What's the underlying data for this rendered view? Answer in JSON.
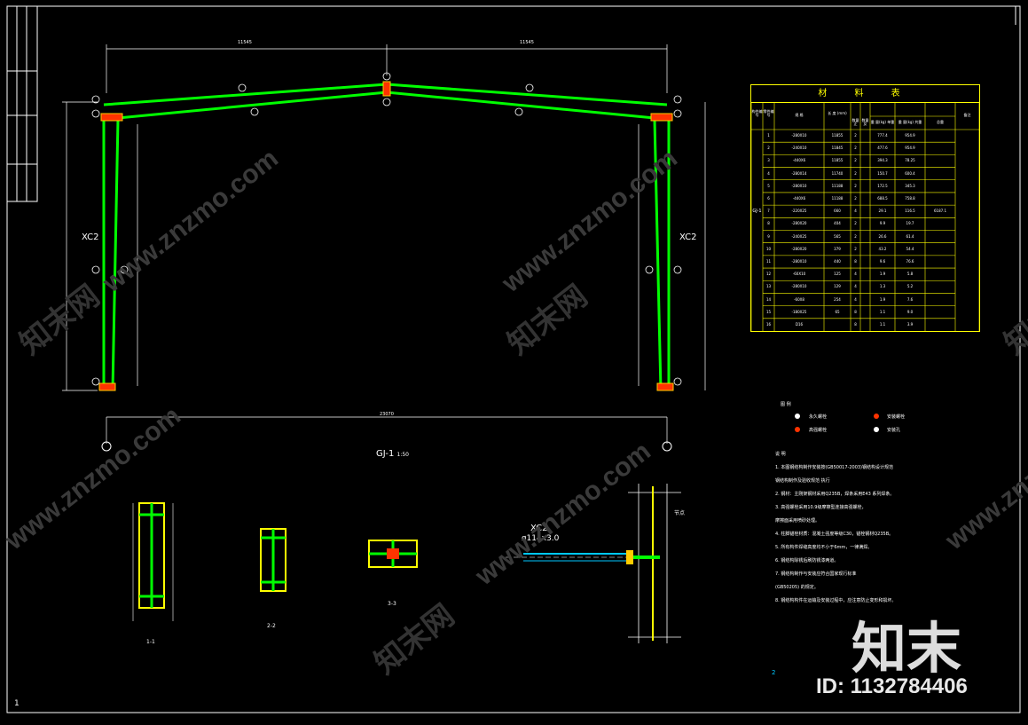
{
  "frame": {
    "title": "GJ-1",
    "scale": "1:50",
    "sheet_number": "1",
    "sheet_number_2": "2",
    "span_left": "11545",
    "span_right": "11545",
    "span_total": "23070",
    "bracing_label_left": "XC2",
    "bracing_label_right": "XC2",
    "bracing_pipe": "ø114x3.0",
    "bracing_side_label": "节点"
  },
  "sections": {
    "s1": "1-1",
    "s2": "2-2",
    "s3": "3-3"
  },
  "material_table": {
    "title": "材  料  表",
    "headers": [
      "构件编号",
      "零件编号",
      "规 格",
      "长 度 (mm)",
      "数量 正",
      "数量 反",
      "重 量(kg) 单重",
      "重 量(kg) 共重",
      "总重",
      "备注"
    ],
    "member": "GJ-1",
    "total": "6187.1",
    "rows": [
      [
        "1",
        "-280X10",
        "11855",
        "2",
        "777.4",
        "954.9"
      ],
      [
        "2",
        "-240X10",
        "11845",
        "2",
        "477.6",
        "954.9"
      ],
      [
        "3",
        "-440X6",
        "11855",
        "2",
        "394.3",
        "78.25"
      ],
      [
        "4",
        "-280X14",
        "11740",
        "2",
        "150.7",
        "600.4"
      ],
      [
        "5",
        "-280X10",
        "11188",
        "2",
        "172.5",
        "345.3"
      ],
      [
        "6",
        "-440X6",
        "11188",
        "2",
        "688.5",
        "758.8"
      ],
      [
        "7",
        "-220X25",
        "660",
        "4",
        "29.1",
        "116.5"
      ],
      [
        "8",
        "-280X20",
        "404",
        "2",
        "9.9",
        "19.7"
      ],
      [
        "9",
        "-240X25",
        "565",
        "2",
        "26.6",
        "61.4"
      ],
      [
        "10",
        "-280X20",
        "379",
        "2",
        "43.2",
        "54.4"
      ],
      [
        "11",
        "-280X10",
        "440",
        "8",
        "9.6",
        "76.6"
      ],
      [
        "12",
        "-60X10",
        "125",
        "4",
        "1.9",
        "5.8"
      ],
      [
        "13",
        "-280X10",
        "129",
        "4",
        "1.3",
        "5.2"
      ],
      [
        "14",
        "-60X8",
        "254",
        "4",
        "1.9",
        "7.6"
      ],
      [
        "15",
        "-180X25",
        "65",
        "8",
        "1.1",
        "9.0"
      ],
      [
        "16",
        "D16",
        "",
        "8",
        "1.1",
        "3.9"
      ]
    ]
  },
  "legend": {
    "title": "图 例",
    "items": [
      "永久螺栓",
      "高强螺栓",
      "安装螺栓",
      "安装孔"
    ]
  },
  "notes": {
    "lead": "说 明",
    "lines": [
      "1. 本图钢结构制作安装按(GB50017-2003)钢结构设计规范",
      "   钢结构制作及验收规范 执行",
      "2. 钢材：主刚架钢材采用Q235B，焊条采用E43 系列焊条。",
      "3. 高强螺栓采用10.9级摩擦型连接高强螺栓，",
      "   摩擦面采用喷砂处理。",
      "4. 柱脚锚栓材质：混凝土强度等级C30，锚栓钢材Q235B。",
      "5. 所有构件焊缝高度均不小于6mm，一律满焊。",
      "6. 钢结构除锈后刷防锈漆两道。",
      "7. 钢结构制作与安装应符合国家现行标准",
      "   (GB50205) 的规定。",
      "8. 钢结构构件在运输及安装过程中，应注意防止变形和损坏。"
    ]
  },
  "watermark": {
    "site": "www.znzmo.com",
    "cn": "知末网",
    "brand": "知末",
    "id": "ID: 1132784406"
  },
  "colors": {
    "frame": "#00ff00",
    "table": "#ffff00",
    "joint": "#ff3300",
    "bracing": "#00c8ff",
    "dimension": "#ffffff"
  }
}
